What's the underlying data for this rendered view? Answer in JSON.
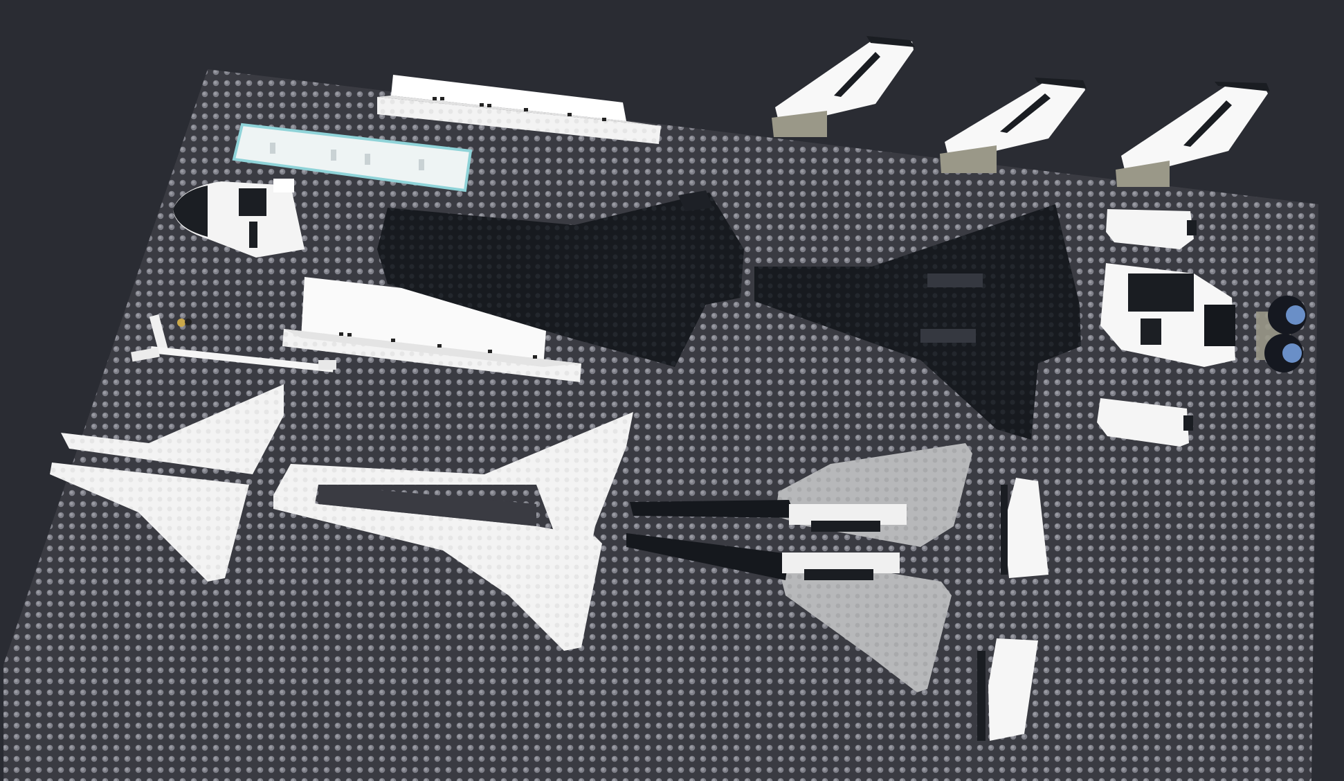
{
  "scene": {
    "background_color": "#2a2c33",
    "baseplate_color": "#3a3b42",
    "stud_color": "#8a8b94",
    "white_part_color": "#f4f4f4",
    "black_part_color": "#181b20",
    "gray_part_color": "#b9babc",
    "tan_part_color": "#9a9888",
    "trans_clear_color": "#bfe6ea"
  },
  "parts": [
    {
      "name": "cargo-bay-door-top"
    },
    {
      "name": "trans-clear-window-bar"
    },
    {
      "name": "nose-cone"
    },
    {
      "name": "fuselage-wall-left"
    },
    {
      "name": "robot-arm"
    },
    {
      "name": "black-fuselage-frame"
    },
    {
      "name": "black-delta-frame"
    },
    {
      "name": "white-wing-left"
    },
    {
      "name": "white-wing-assembly"
    },
    {
      "name": "gray-wing-assembly"
    },
    {
      "name": "tail-fin-1"
    },
    {
      "name": "tail-fin-2"
    },
    {
      "name": "tail-fin-3"
    },
    {
      "name": "engine-cover-top"
    },
    {
      "name": "engine-module"
    },
    {
      "name": "rocket-nozzles"
    },
    {
      "name": "engine-cover-bottom"
    },
    {
      "name": "rudder-upper"
    },
    {
      "name": "rudder-lower"
    }
  ]
}
